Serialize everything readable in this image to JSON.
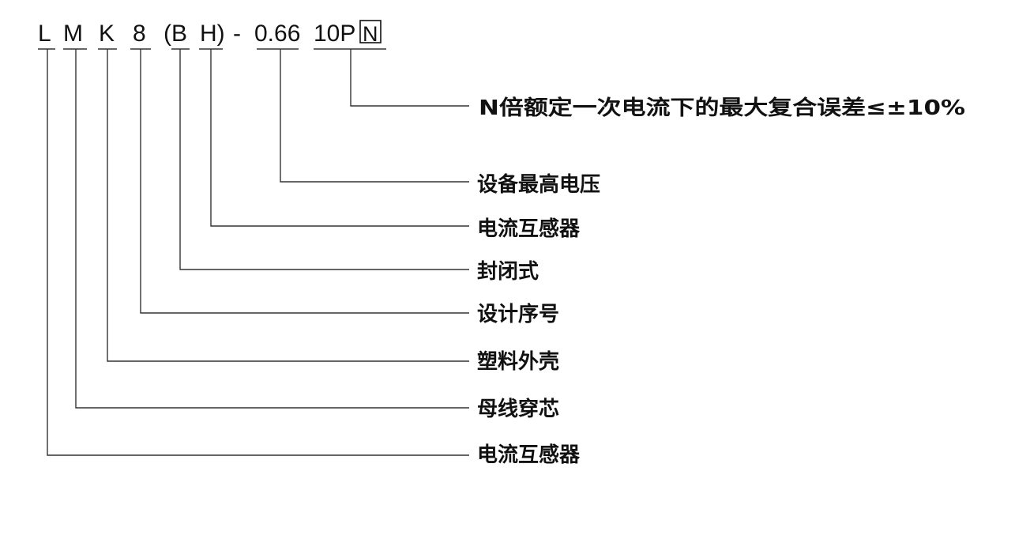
{
  "code_parts": [
    "L",
    "M",
    "K",
    "8",
    "(B",
    "H)",
    "-",
    "0.66",
    "10P",
    "N"
  ],
  "descriptions": [
    "N倍额定一次电流下的最大复合误差≤±10%",
    "设备最高电压",
    "电流互感器",
    "封闭式",
    "设计序号",
    "塑料外壳",
    "母线穿芯",
    "电流互感器"
  ],
  "colors": {
    "text": "#111111",
    "line": "#333333"
  }
}
